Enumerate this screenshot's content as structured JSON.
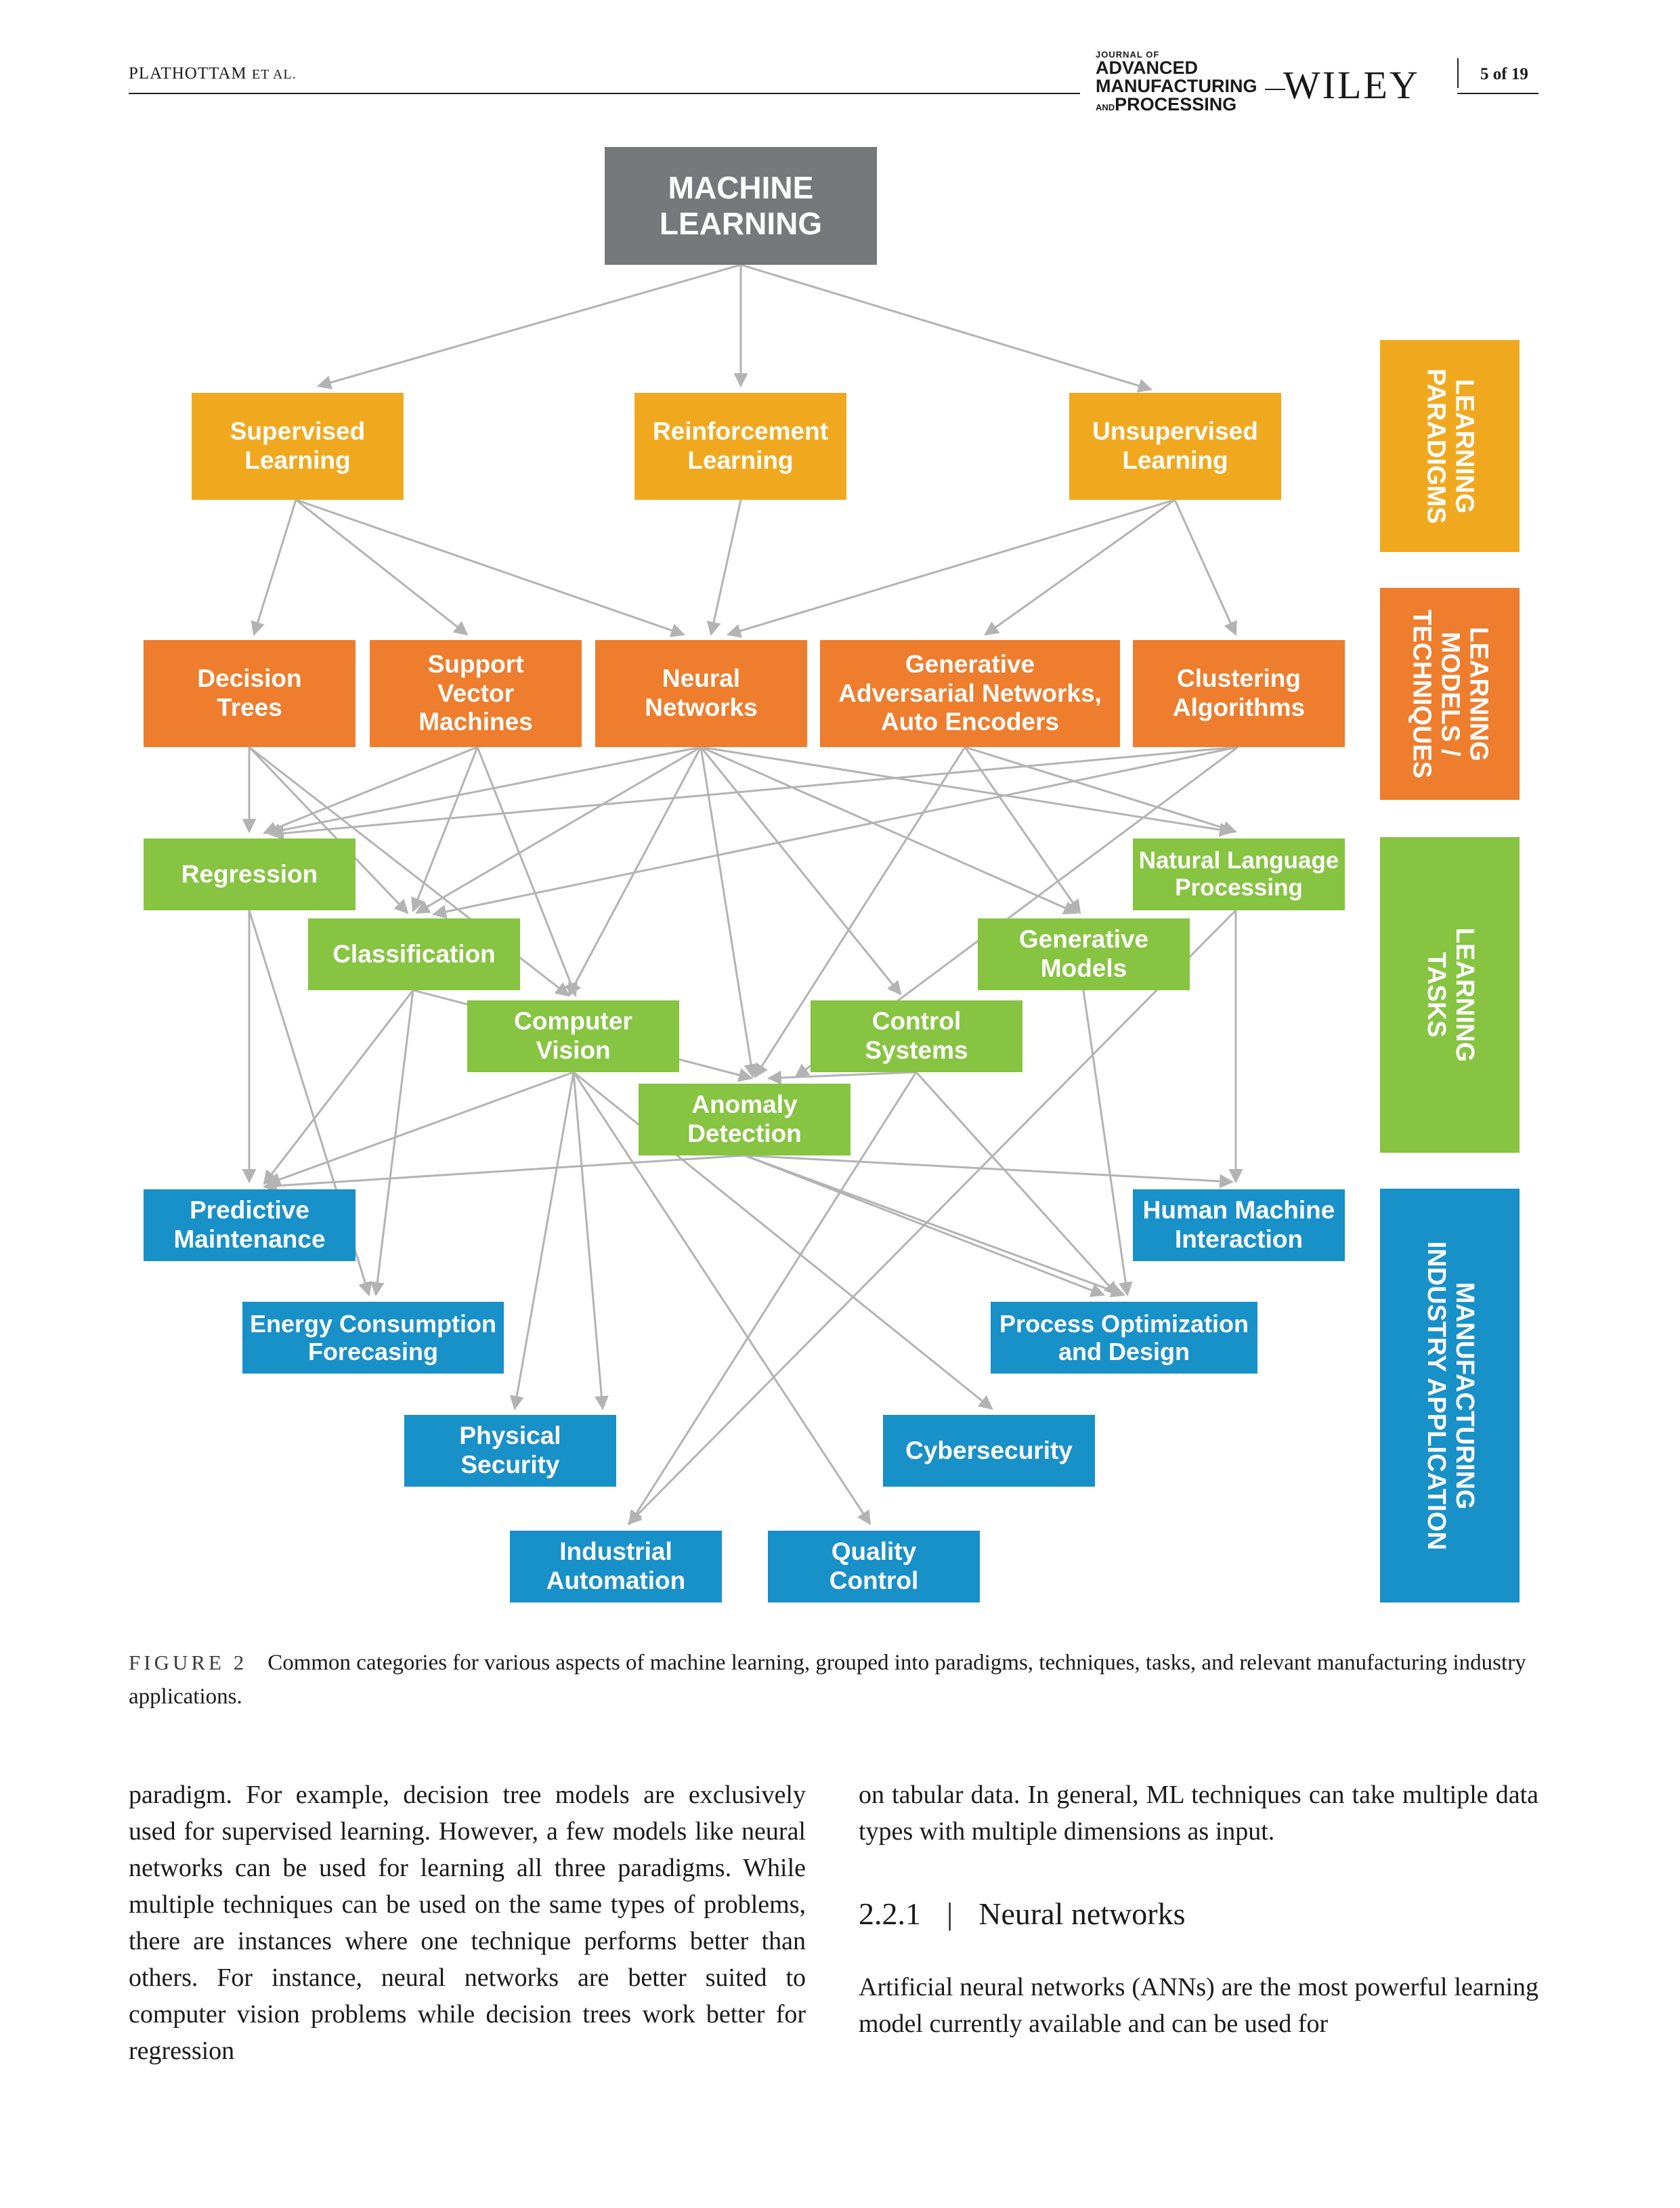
{
  "header": {
    "running_head_author": "PLATHOTTAM",
    "running_head_suffix": "ET AL.",
    "journal_prefix": "JOURNAL OF",
    "journal_line1": "ADVANCED",
    "journal_line2": "MANUFACTURING",
    "journal_and": "AND",
    "journal_line3": "PROCESSING",
    "publisher": "WILEY",
    "page_number": "5 of 19"
  },
  "diagram": {
    "root": "MACHINE\nLEARNING",
    "paradigms": [
      "Supervised\nLearning",
      "Reinforcement\nLearning",
      "Unsupervised\nLearning"
    ],
    "techniques": [
      "Decision\nTrees",
      "Support\nVector\nMachines",
      "Neural\nNetworks",
      "Generative\nAdversarial Networks,\nAuto Encoders",
      "Clustering\nAlgorithms"
    ],
    "tasks": [
      "Regression",
      "Natural Language\nProcessing",
      "Classification",
      "Generative\nModels",
      "Computer\nVision",
      "Control\nSystems",
      "Anomaly\nDetection"
    ],
    "applications": [
      "Predictive\nMaintenance",
      "Human Machine\nInteraction",
      "Energy Consumption\nForecasing",
      "Process Optimization\nand Design",
      "Physical\nSecurity",
      "Cybersecurity",
      "Industrial\nAutomation",
      "Quality\nControl"
    ],
    "bands": [
      "LEARNING\nPARADIGMS",
      "LEARNING\nMODELS /\nTECHNIQUES",
      "LEARNING\nTASKS",
      "MANUFACTURING\nINDUSTRY APPLICATION"
    ],
    "colors": {
      "root": "#77787b",
      "paradigm": "#f0a91f",
      "technique": "#ee7d2d",
      "task": "#86c441",
      "application": "#1890c8",
      "arrow": "#b3b3b3"
    }
  },
  "caption": {
    "label": "FIGURE 2",
    "text": "Common categories for various aspects of machine learning, grouped into paradigms, techniques, tasks, and relevant manufacturing industry applications."
  },
  "body": {
    "left_paragraph": "paradigm. For example, decision tree models are exclusively used for supervised learning. However, a few models like neural networks can be used for learning all three paradigms. While multiple techniques can be used on the same types of problems, there are instances where one technique performs better than others. For instance, neural networks are better suited to computer vision problems while decision trees work better for regression",
    "right_paragraph1": "on tabular data. In general, ML techniques can take multiple data types with multiple dimensions as input.",
    "section_number": "2.2.1",
    "section_separator": "|",
    "section_title": "Neural networks",
    "right_paragraph2": "Artificial neural networks (ANNs) are the most powerful learning model currently available and can be used for"
  }
}
